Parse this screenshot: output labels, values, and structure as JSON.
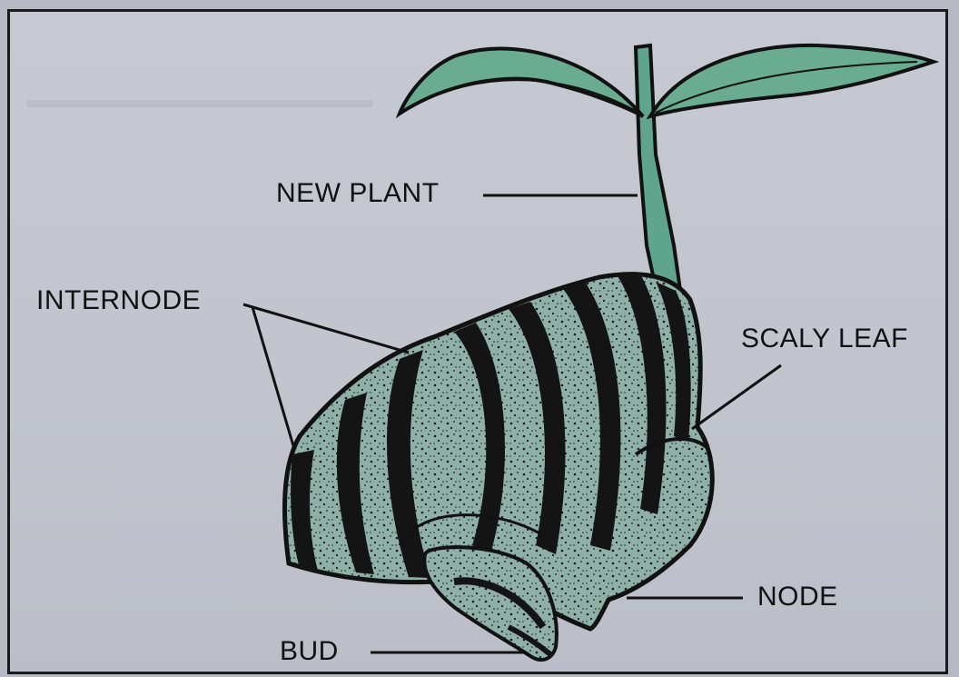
{
  "labels": {
    "new_plant": "NEW PLANT",
    "internode": "INTERNODE",
    "scaly_leaf": "SCALY LEAF",
    "node": "NODE",
    "bud": "BUD"
  },
  "colors": {
    "rhizome_fill": "#8fb0a6",
    "rhizome_dark": "#141414",
    "shoot_fill": "#5fa48c",
    "leaf_fill": "#6aac92",
    "label_text": "#111111",
    "page_bg": "#c4c6cf"
  }
}
